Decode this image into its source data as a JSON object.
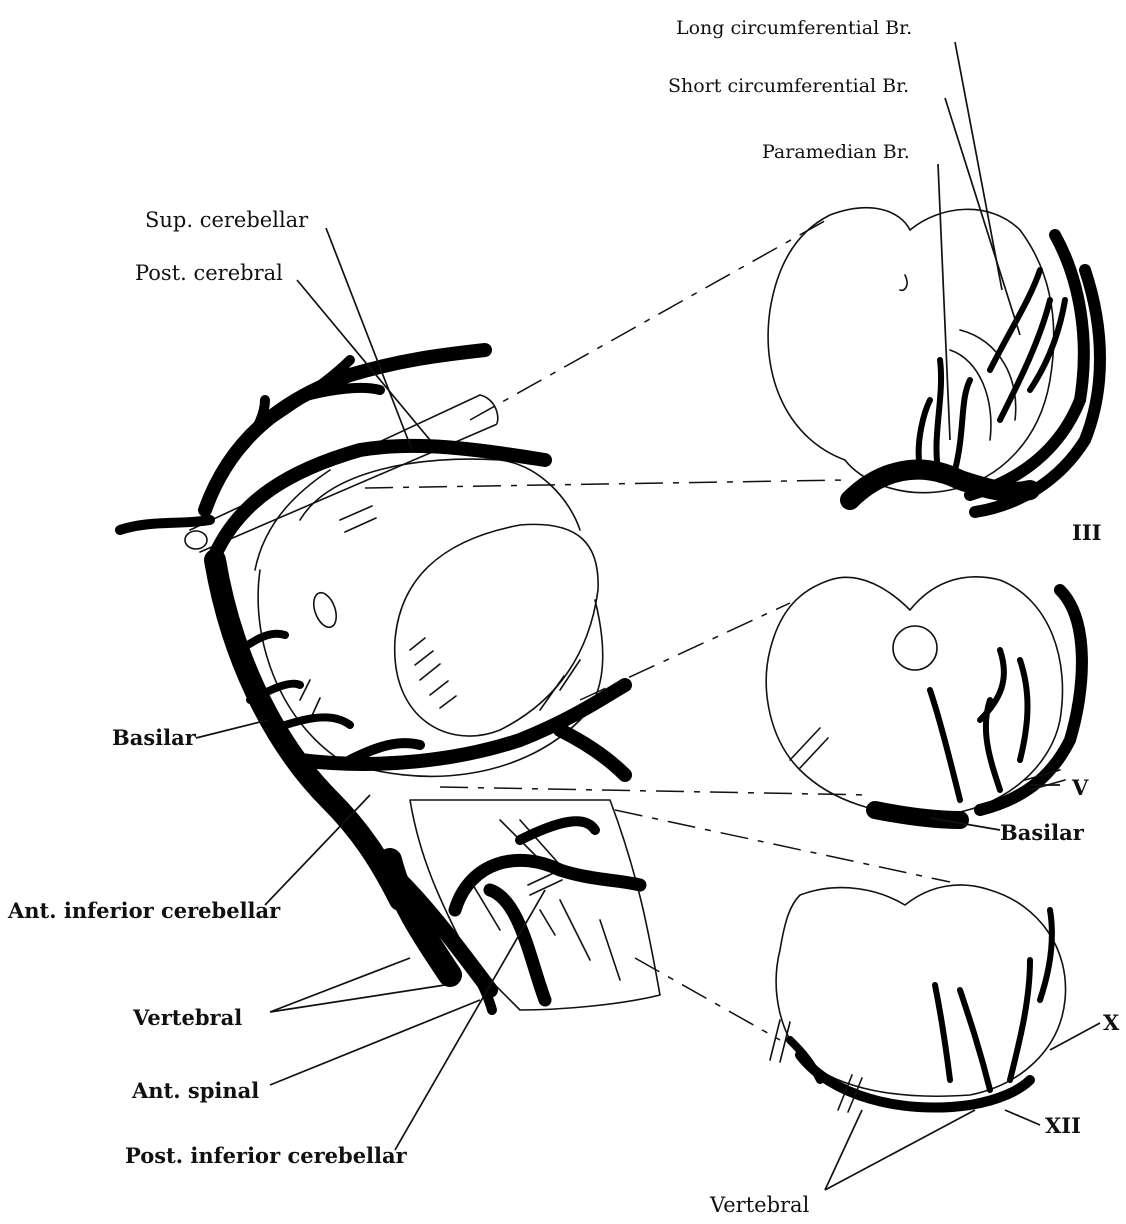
{
  "labels": {
    "long_circumferential": "Long circumferential Br.",
    "short_circumferential": "Short circumferential Br.",
    "paramedian": "Paramedian Br.",
    "sup_cerebellar": "Sup. cerebellar",
    "post_cerebral": "Post. cerebral",
    "basilar_left": "Basilar",
    "ant_inferior_cerebellar": "Ant. inferior cerebellar",
    "vertebral_left": "Vertebral",
    "ant_spinal": "Ant. spinal",
    "post_inferior_cerebellar": "Post. inferior cerebellar",
    "nerve_iii": "III",
    "nerve_v": "V",
    "basilar_right": "Basilar",
    "nerve_x": "X",
    "nerve_xii": "XII",
    "vertebral_bottom": "Vertebral"
  }
}
